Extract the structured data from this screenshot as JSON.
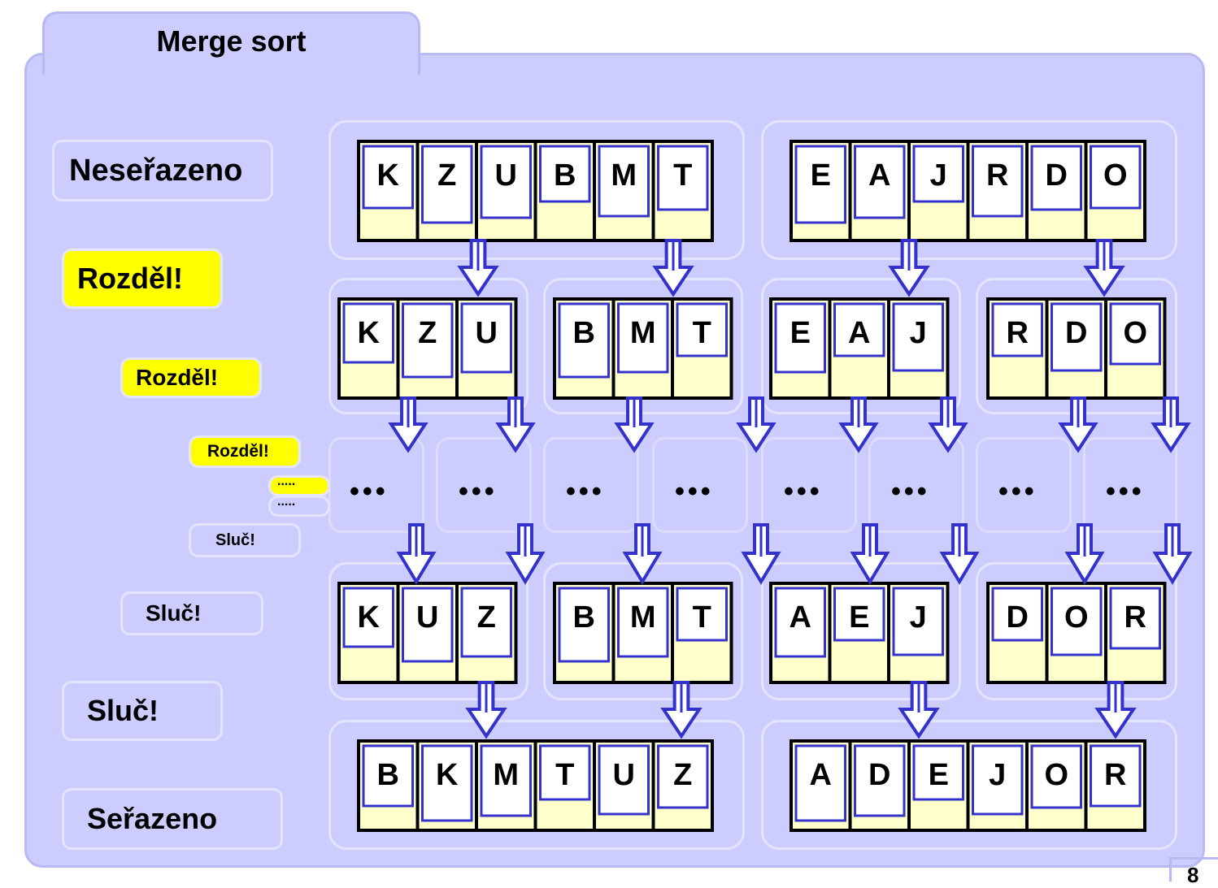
{
  "title": "Merge sort",
  "labels": {
    "unsorted": "Neseřazeno",
    "split1": "Rozděl!",
    "split2": "Rozděl!",
    "split3": "Rozděl!",
    "dots_yellow": ".....",
    "dots_plain": ".....",
    "merge1": "Sluč!",
    "merge2": "Sluč!",
    "merge3": "Sluč!",
    "sorted": "Seřazeno"
  },
  "rows": {
    "unsorted": [
      [
        "K",
        "Z",
        "U",
        "B",
        "M",
        "T"
      ],
      [
        "E",
        "A",
        "J",
        "R",
        "D",
        "O"
      ]
    ],
    "split": [
      [
        "K",
        "Z",
        "U"
      ],
      [
        "B",
        "M",
        "T"
      ],
      [
        "E",
        "A",
        "J"
      ],
      [
        "R",
        "D",
        "O"
      ]
    ],
    "ellipsis": [
      "•••",
      "•••",
      "•••",
      "•••",
      "•••",
      "•••",
      "•••",
      "•••"
    ],
    "merged": [
      [
        "K",
        "U",
        "Z"
      ],
      [
        "B",
        "M",
        "T"
      ],
      [
        "A",
        "E",
        "J"
      ],
      [
        "D",
        "O",
        "R"
      ]
    ],
    "sorted": [
      [
        "B",
        "K",
        "M",
        "T",
        "U",
        "Z"
      ],
      [
        "A",
        "D",
        "E",
        "J",
        "O",
        "R"
      ]
    ]
  },
  "colors": {
    "panel": "#ccccff",
    "cell_fill": "#ffffcc",
    "card_border": "#3333cc",
    "highlight": "#ffff00",
    "arrow_stroke": "#3333cc"
  },
  "slide_number": "8"
}
